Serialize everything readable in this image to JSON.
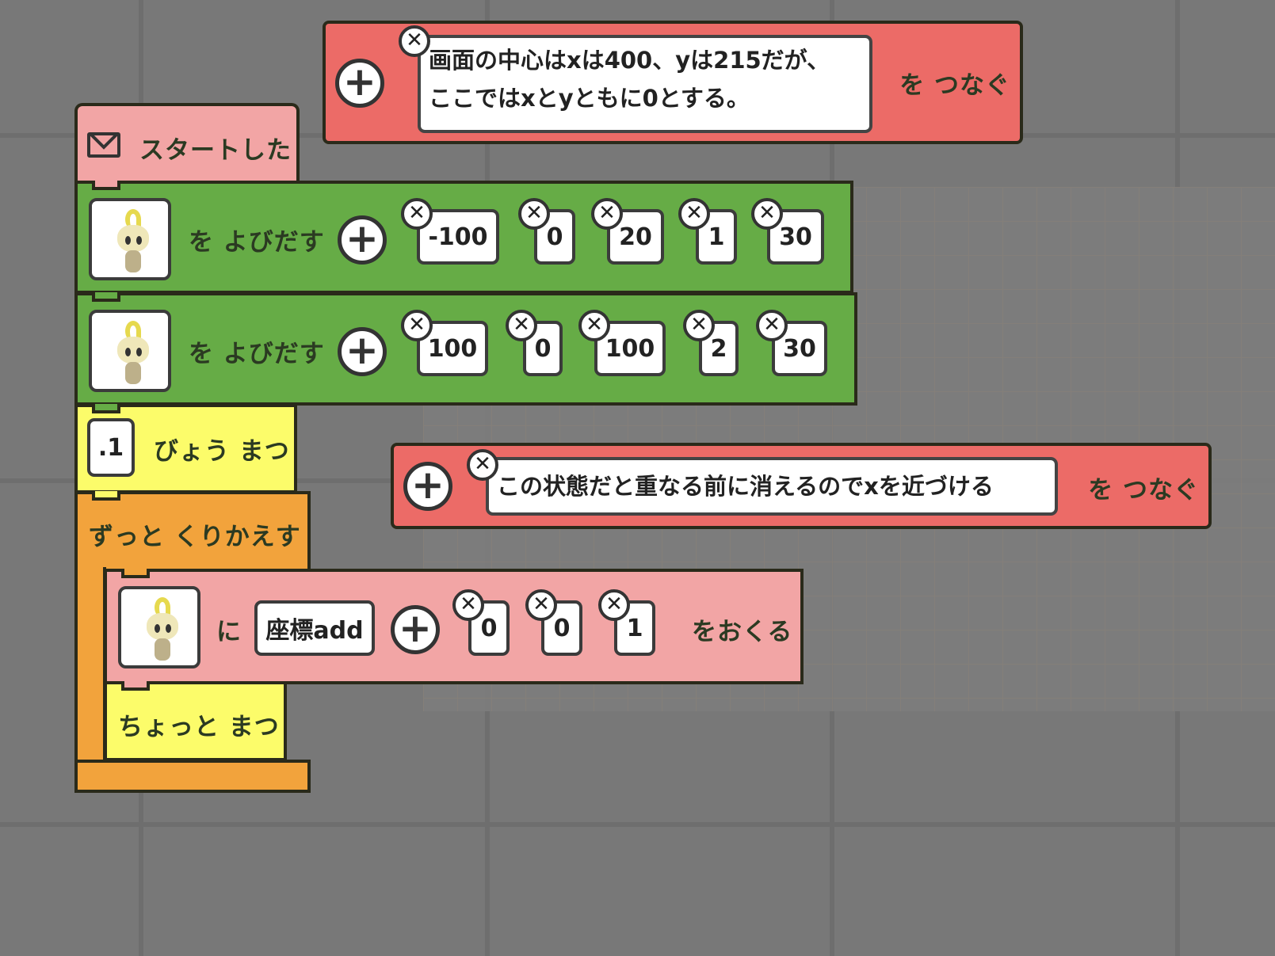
{
  "comments": [
    {
      "text_lines": [
        "画面の中心はxは400、yは215だが、",
        "ここではxとyともに0とする。"
      ],
      "suffix": "を つなぐ"
    },
    {
      "text_lines": [
        "この状態だと重なる前に消えるのでxを近づける"
      ],
      "suffix": "を つなぐ"
    }
  ],
  "start_block": {
    "label": "スタートした",
    "icon": "envelope-icon"
  },
  "spawn_blocks": [
    {
      "label": "を よびだす",
      "args": [
        "-100",
        "0",
        "20",
        "1",
        "30"
      ]
    },
    {
      "label": "を よびだす",
      "args": [
        "100",
        "0",
        "100",
        "2",
        "30"
      ]
    }
  ],
  "wait_block": {
    "value": ".1",
    "label": "びょう まつ"
  },
  "forever_block": {
    "label": "ずっと くりかえす"
  },
  "send_block": {
    "prefix": "に",
    "message": "座標add",
    "args": [
      "0",
      "0",
      "1"
    ],
    "suffix": "をおくる"
  },
  "short_wait_block": {
    "label": "ちょっと まつ"
  },
  "colors": {
    "background": "#787878",
    "comment": "#ec6b67",
    "event": "#f2a5a5",
    "green": "#66ac46",
    "yellow": "#fcfc6a",
    "orange": "#f2a33c"
  }
}
